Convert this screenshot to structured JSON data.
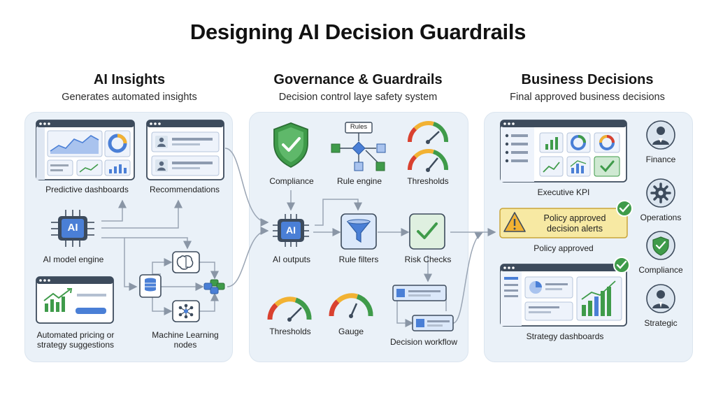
{
  "title": "Designing AI Decision Guardrails",
  "columns": {
    "insights": {
      "title": "AI Insights",
      "subtitle": "Generates automated insights"
    },
    "governance": {
      "title": "Governance & Guardrails",
      "subtitle": "Decision control laye safety system"
    },
    "decisions": {
      "title": "Business Decisions",
      "subtitle": "Final approved business decisions"
    }
  },
  "insights": {
    "predictive_dashboards": "Predictive dashboards",
    "recommendations": "Recommendations",
    "engine_chip": "AI",
    "engine_label": "AI model engine",
    "pricing_label_1": "Automated pricing or",
    "pricing_label_2": "strategy suggestions",
    "ml_label_1": "Machine Learning",
    "ml_label_2": "nodes"
  },
  "governance": {
    "compliance": "Compliance",
    "rules_tag": "Rules",
    "rule_engine": "Rule engine",
    "thresholds_top": "Thresholds",
    "outputs_chip": "AI",
    "ai_outputs": "AI outputs",
    "rule_filters": "Rule filters",
    "risk_checks": "Risk Checks",
    "thresholds_bottom": "Thresholds",
    "gauge": "Gauge",
    "decision_workflow": "Decision workflow"
  },
  "decisions": {
    "executive_kpi": "Executive KPI",
    "alert_line_1": "Policy approved",
    "alert_line_2": "decision alerts",
    "policy_approved": "Policy approved",
    "strategy_dashboards": "Strategy dashboards",
    "roles": [
      "Finance",
      "Operations",
      "Compliance",
      "Strategic"
    ]
  },
  "colors": {
    "accent_blue": "#4a7fd6",
    "check_green": "#3f9b4a",
    "alert_yellow": "#f7e9a3",
    "panel_bg": "#eaf1f8"
  }
}
